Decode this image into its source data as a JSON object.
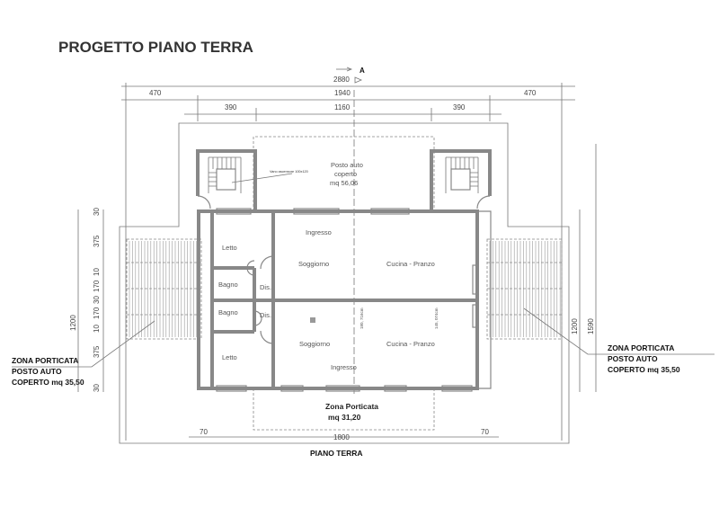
{
  "title": "PROGETTO PIANO TERRA",
  "title_color": "#e8100c",
  "section_marker": "A",
  "dimensions_top": {
    "total": "2880",
    "row1": [
      "470",
      "1940",
      "470"
    ],
    "row2": [
      "390",
      "1160",
      "390"
    ]
  },
  "dimensions_left": {
    "total": "1200",
    "segments": [
      "30",
      "375",
      "10",
      "170",
      "30",
      "170",
      "10",
      "375",
      "30"
    ]
  },
  "dimensions_right": [
    "1200",
    "1590"
  ],
  "dimensions_bottom": [
    "70",
    "1800",
    "70"
  ],
  "areas": {
    "posto_auto": [
      "Posto auto",
      "coperto",
      "mq 56,06"
    ],
    "vano_ascensore": "Vano ascensore 100x120",
    "zona_porticata_front": [
      "Zona Porticata",
      "mq 31,20"
    ],
    "zona_porticata_side_left": [
      "ZONA PORTICATA",
      "POSTO AUTO",
      "COPERTO mq 35,50"
    ],
    "zona_porticata_side_right": [
      "ZONA PORTICATA",
      "POSTO AUTO",
      "COPERTO mq 35,50"
    ]
  },
  "rooms": {
    "letto_top": "Letto",
    "bagno_top": "Bagno",
    "dis_top": "Dis.",
    "bagno_bottom": "Bagno",
    "dis_bottom": "Dis.",
    "letto_bottom": "Letto",
    "ingresso_top": "Ingresso",
    "soggiorno_top": "Soggiorno",
    "cucina_top": "Cucina - Pranzo",
    "soggiorno_bottom": "Soggiorno",
    "cucina_bottom": "Cucina - Pranzo",
    "ingresso_bottom": "Ingresso"
  },
  "wall_notes": [
    "180, 716cm",
    "145, 074cm"
  ],
  "plan_label": "PIANO TERRA"
}
